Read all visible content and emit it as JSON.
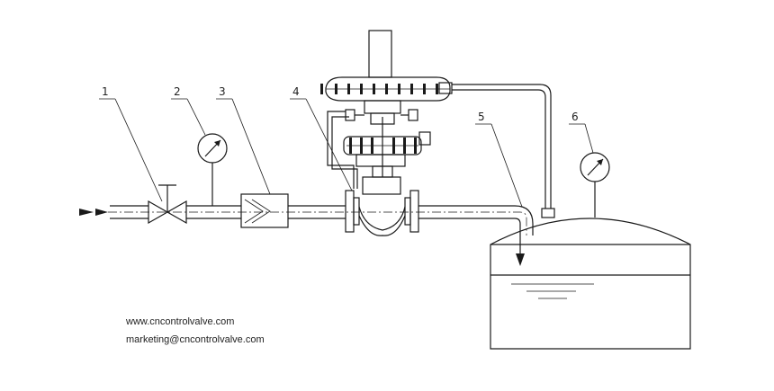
{
  "callouts": [
    {
      "id": "1",
      "label": "1"
    },
    {
      "id": "2",
      "label": "2"
    },
    {
      "id": "3",
      "label": "3"
    },
    {
      "id": "4",
      "label": "4"
    },
    {
      "id": "5",
      "label": "5"
    },
    {
      "id": "6",
      "label": "6"
    }
  ],
  "contact": {
    "website": "www.cncontrolvalve.com",
    "email": "marketing@cncontrolvalve.com"
  },
  "icons": [
    "flow-direction-arrows",
    "ball-valve",
    "pressure-gauge",
    "strainer",
    "pressure-regulating-valve",
    "storage-tank"
  ]
}
